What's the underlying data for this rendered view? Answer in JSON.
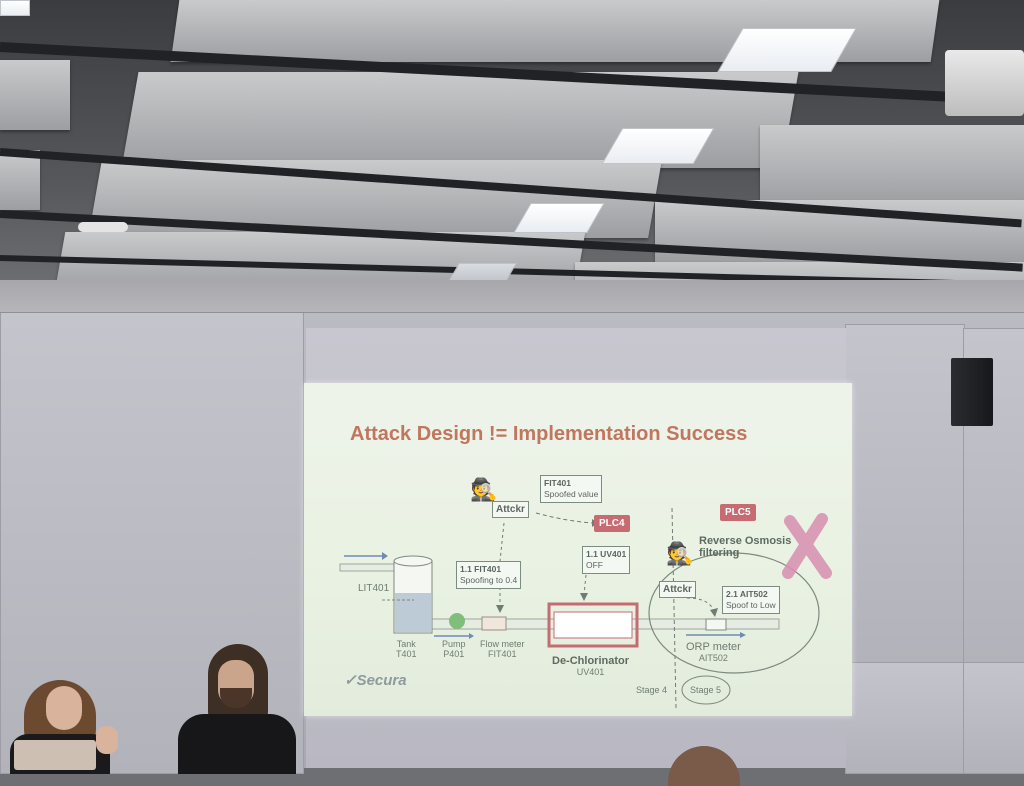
{
  "slide": {
    "title": "Attack Design != Implementation Success",
    "boxes": {
      "fit401_spoofed_title": "FIT401",
      "fit401_spoofed_value": "Spoofed value",
      "attacker_left": "Attckr",
      "attacker_right": "Attckr",
      "step_1_1_fit_title": "1.1 FIT401",
      "step_1_1_fit_desc": "Spoofing to 0.4",
      "step_1_1_uv_title": "1.1 UV401",
      "step_1_1_uv_desc": "OFF",
      "step_2_1_title": "2.1 AIT502",
      "step_2_1_desc": "Spoof to Low"
    },
    "plc4": "PLC4",
    "plc5": "PLC5",
    "reverse_osmosis": "Reverse Osmosis",
    "filtering": "filtering",
    "lit401": "LIT401",
    "tank": "Tank",
    "tank_id": "T401",
    "pump": "Pump",
    "pump_id": "P401",
    "flow_meter": "Flow meter",
    "flow_meter_id": "FIT401",
    "dechlorinator": "De-Chlorinator",
    "dechlorinator_id": "UV401",
    "orp_meter": "ORP meter",
    "orp_meter_id": "AIT502",
    "stage4": "Stage 4",
    "stage5": "Stage 5",
    "logo": "Secura",
    "cross_color": "#d88fb0",
    "title_color": "#c0765f",
    "plc_color": "#c56b71"
  }
}
